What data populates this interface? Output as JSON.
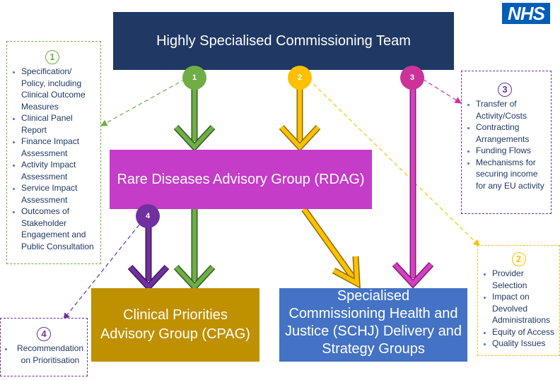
{
  "logo": {
    "text": "NHS"
  },
  "boxes": {
    "hsct": "Highly Specialised Commissioning Team",
    "rdag": "Rare Diseases Advisory Group (RDAG)",
    "cpag_line1": "Clinical Priorities",
    "cpag_line2": "Advisory Group (CPAG)",
    "schj_lines": [
      "Specialised",
      "Commissioning Health and",
      "Justice (SCHJ) Delivery and",
      "Strategy Groups"
    ]
  },
  "circles": [
    "1",
    "2",
    "3",
    "4"
  ],
  "notes": {
    "note1": {
      "number": "1",
      "items": [
        "Specification/ Policy, including Clinical Outcome Measures",
        "Clinical Panel Report",
        "Finance Impact Assessment",
        "Activity Impact Assessment",
        "Service Impact Assessment",
        "Outcomes of Stakeholder Engagement and Public Consultation"
      ]
    },
    "note2": {
      "number": "2",
      "items": [
        "Provider Selection",
        "Impact on Devolved Administrations",
        "Equity of Access",
        "Quality Issues"
      ]
    },
    "note3": {
      "number": "3",
      "items": [
        "Transfer of Activity/Costs",
        "Contracting Arrangements",
        "Funding Flows",
        "Mechanisms for securing income for any EU activity"
      ]
    },
    "note4": {
      "number": "4",
      "items": [
        "Recommendation on Prioritisation"
      ]
    }
  },
  "colors": {
    "green": "#70ad47",
    "yellow": "#ffc000",
    "magenta": "#cc3399",
    "purple": "#7030a0"
  }
}
